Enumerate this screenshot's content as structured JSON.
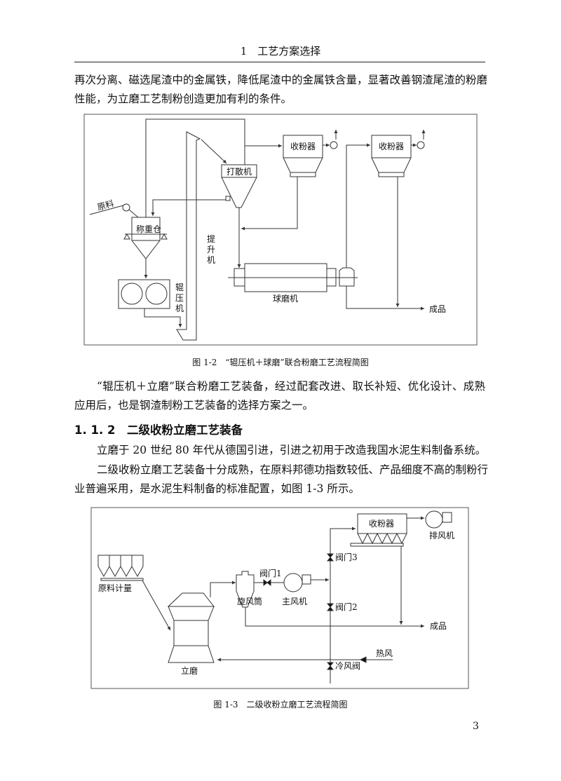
{
  "header": {
    "title": "1　工艺方案选择"
  },
  "para1": [
    "再次分离、磁选尾渣中的金属铁，降低尾渣中的金属铁含量，显著改善钢渣尾渣的粉磨",
    "性能，为立磨工艺制粉创造更加有利的条件。"
  ],
  "figure1": {
    "caption": "图 1-2　“辊压机＋球磨”联合粉磨工艺流程简图",
    "labels": {
      "raw": "原料",
      "weigh_bin": "称重仓",
      "disperser": "打散机",
      "collector1": "收粉器",
      "collector2": "收粉器",
      "elevator": [
        "提",
        "升",
        "机"
      ],
      "roller": [
        "辊",
        "压",
        "机"
      ],
      "ball_mill": "球磨机",
      "product": "成品"
    }
  },
  "para2": [
    "“辊压机＋立磨”联合粉磨工艺装备，经过配套改进、取长补短、优化设计、成熟",
    "应用后，也是钢渣制粉工艺装备的选择方案之一。"
  ],
  "section": {
    "heading": "1. 1. 2　二级收粉立磨工艺装备"
  },
  "para3": [
    "立磨于 20 世纪 80 年代从德国引进，引进之初用于改造我国水泥生料制备系统。"
  ],
  "para4": [
    "二级收粉立磨工艺装备十分成熟，在原料邦德功指数较低、产品细度不高的制粉行",
    "业普遍采用，是水泥生料制备的标准配置，如图 1-3 所示。"
  ],
  "figure2": {
    "caption": "图 1-3　二级收粉立磨工艺流程简图",
    "labels": {
      "collector": "收粉器",
      "exhaust_fan": "排风机",
      "raw_metering": "原料计量",
      "valve1": "阀门1",
      "valve2": "阀门2",
      "valve3": "阀门3",
      "cyclone": "旋风筒",
      "main_fan": "主风机",
      "product": "成品",
      "hot_air": "热风",
      "cold_valve": "冷风阀",
      "vertical_mill": "立磨"
    }
  },
  "page_number": "3"
}
